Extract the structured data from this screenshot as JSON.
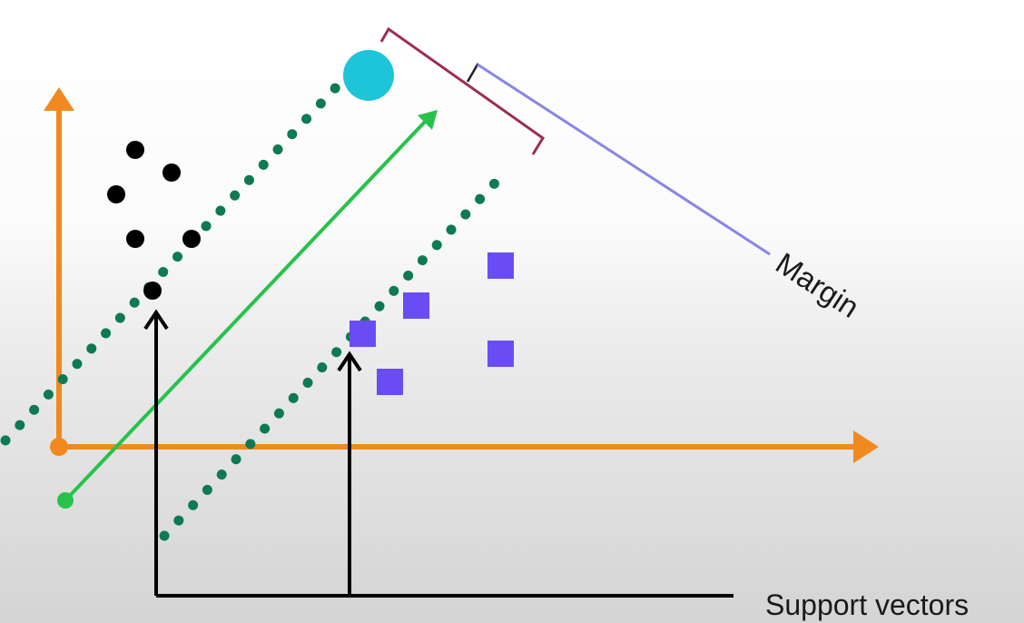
{
  "labels": {
    "margin": "Margin",
    "support_vectors": "Support vectors"
  },
  "colors": {
    "axis": "#f08a1e",
    "hyperplane": "#27c24c",
    "margin_boundary": "#0e7a52",
    "class_a_points": "#000000",
    "class_b_points": "#6a4cf5",
    "highlight_point": "#1ec4d8",
    "margin_bracket": "#9b2d55",
    "margin_line": "#8a86e6",
    "support_arrows": "#000000"
  },
  "legend_shapes": {
    "class_a": "circle",
    "class_b": "square"
  }
}
